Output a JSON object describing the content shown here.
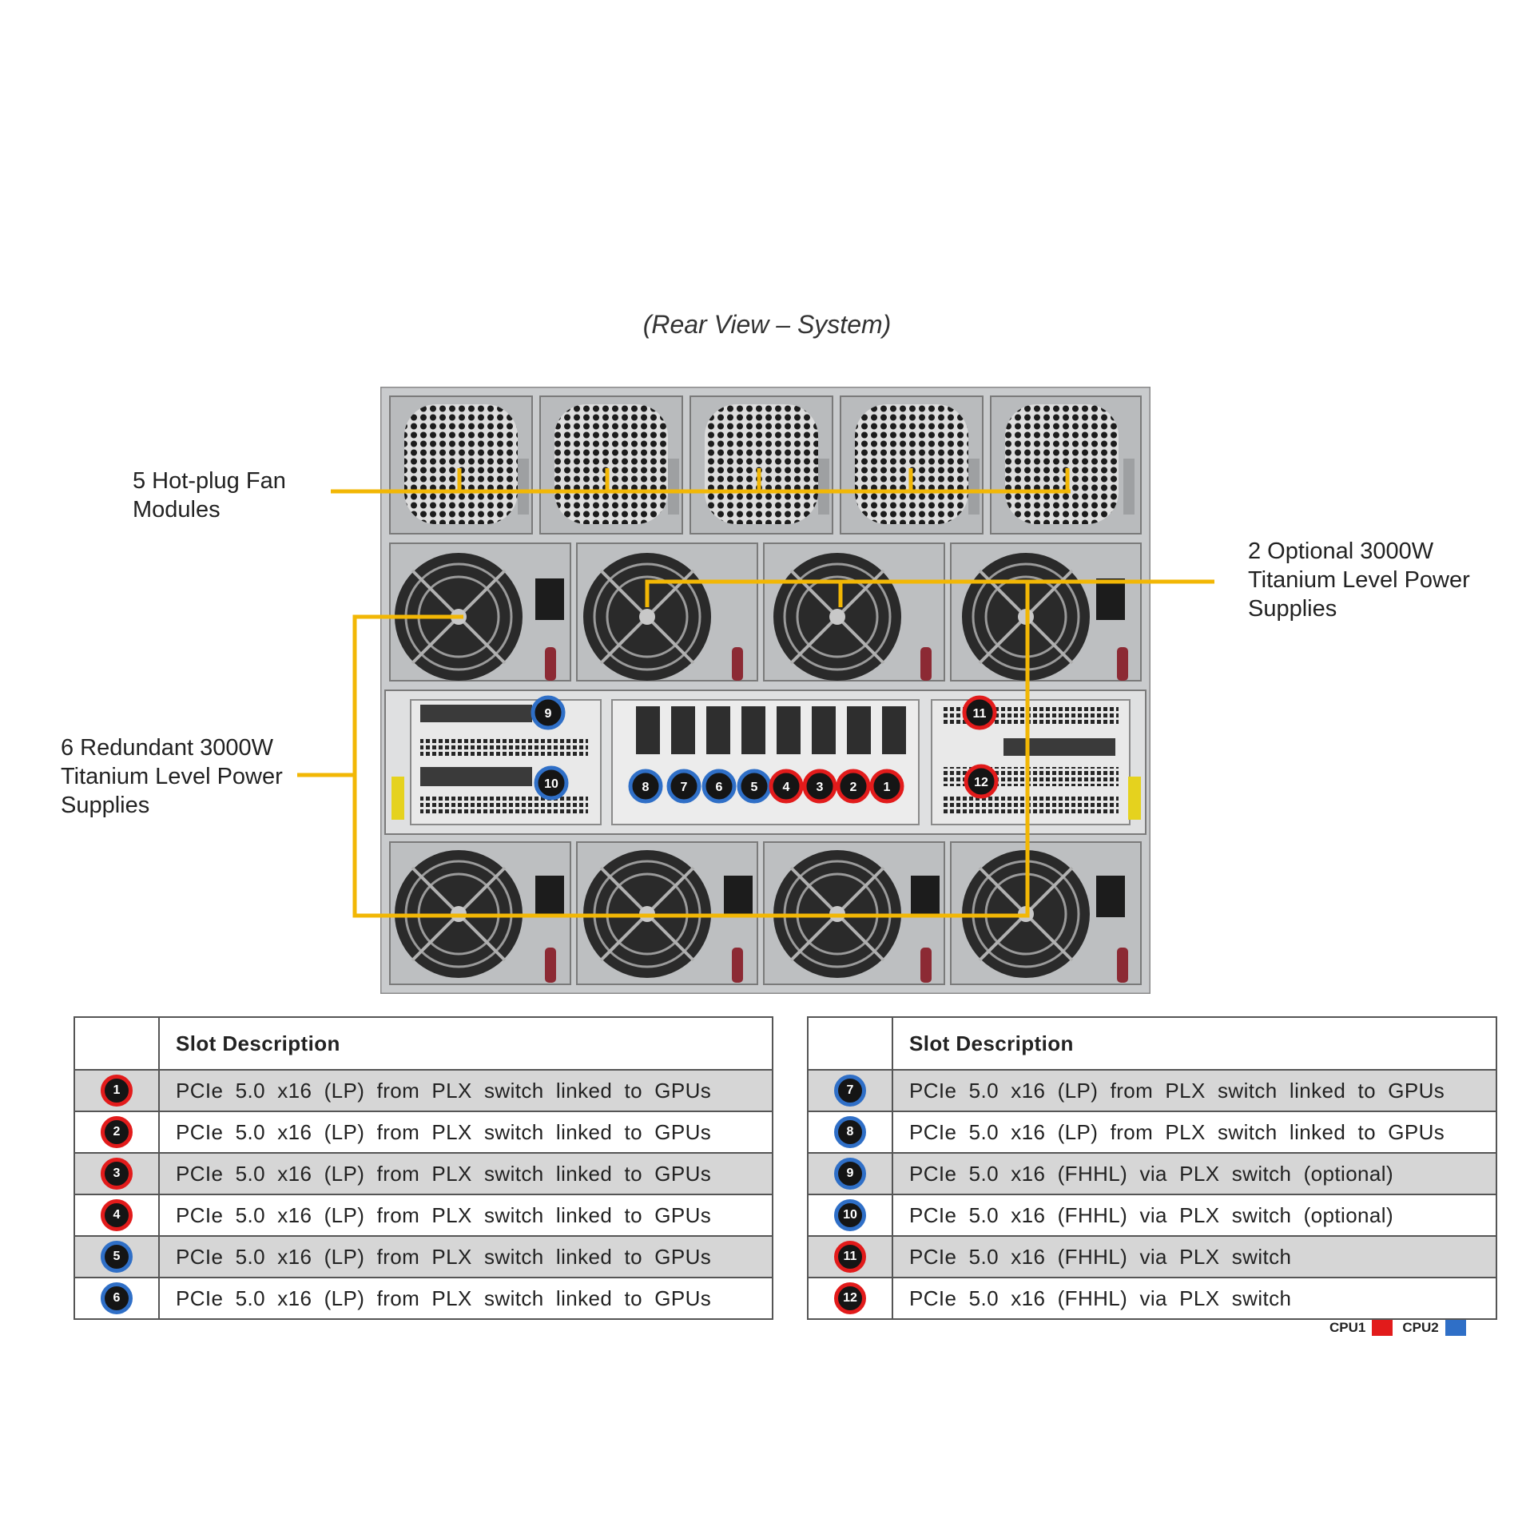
{
  "caption": "(Rear View – System)",
  "callouts": {
    "fans": [
      "5 Hot-plug Fan",
      "Modules"
    ],
    "optional_psu": [
      "2 Optional 3000W",
      "Titanium Level Power",
      "Supplies"
    ],
    "redundant_psu": [
      "6 Redundant 3000W",
      "Titanium Level Power",
      "Supplies"
    ]
  },
  "slot_table_left": {
    "header": "Slot  Description",
    "rows": [
      {
        "slot": "1",
        "cpu": "cpu1",
        "desc": "PCIe  5.0  x16  (LP)  from  PLX  switch  linked  to  GPUs"
      },
      {
        "slot": "2",
        "cpu": "cpu1",
        "desc": "PCIe  5.0  x16  (LP)  from  PLX  switch  linked  to  GPUs"
      },
      {
        "slot": "3",
        "cpu": "cpu1",
        "desc": "PCIe  5.0  x16  (LP)  from  PLX  switch  linked  to  GPUs"
      },
      {
        "slot": "4",
        "cpu": "cpu1",
        "desc": "PCIe  5.0  x16  (LP)  from  PLX  switch  linked  to  GPUs"
      },
      {
        "slot": "5",
        "cpu": "cpu2",
        "desc": "PCIe  5.0  x16  (LP)  from  PLX  switch  linked  to  GPUs"
      },
      {
        "slot": "6",
        "cpu": "cpu2",
        "desc": "PCIe  5.0  x16  (LP)  from  PLX  switch  linked  to  GPUs"
      }
    ]
  },
  "slot_table_right": {
    "header": "Slot  Description",
    "rows": [
      {
        "slot": "7",
        "cpu": "cpu2",
        "desc": "PCIe  5.0  x16  (LP)  from  PLX  switch  linked  to  GPUs"
      },
      {
        "slot": "8",
        "cpu": "cpu2",
        "desc": "PCIe  5.0  x16  (LP)  from  PLX  switch  linked  to  GPUs"
      },
      {
        "slot": "9",
        "cpu": "cpu2",
        "desc": "PCIe  5.0  x16  (FHHL)  via  PLX  switch  (optional)"
      },
      {
        "slot": "10",
        "cpu": "cpu2",
        "desc": "PCIe  5.0  x16  (FHHL)  via  PLX  switch  (optional)"
      },
      {
        "slot": "11",
        "cpu": "cpu1",
        "desc": "PCIe  5.0  x16  (FHHL)  via  PLX  switch"
      },
      {
        "slot": "12",
        "cpu": "cpu1",
        "desc": "PCIe  5.0  x16  (FHHL)  via  PLX  switch"
      }
    ]
  },
  "chassis_badges": [
    {
      "label": "9",
      "cpu": "cpu2"
    },
    {
      "label": "10",
      "cpu": "cpu2"
    },
    {
      "label": "11",
      "cpu": "cpu1"
    },
    {
      "label": "12",
      "cpu": "cpu1"
    },
    {
      "label": "8",
      "cpu": "cpu2"
    },
    {
      "label": "7",
      "cpu": "cpu2"
    },
    {
      "label": "6",
      "cpu": "cpu2"
    },
    {
      "label": "5",
      "cpu": "cpu2"
    },
    {
      "label": "4",
      "cpu": "cpu1"
    },
    {
      "label": "3",
      "cpu": "cpu1"
    },
    {
      "label": "2",
      "cpu": "cpu1"
    },
    {
      "label": "1",
      "cpu": "cpu1"
    }
  ],
  "legend": {
    "cpu1_label": "CPU1",
    "cpu2_label": "CPU2"
  },
  "colors": {
    "cpu1": "#e21b1b",
    "cpu2": "#2f6fc7",
    "callout_line": "#f2b705",
    "chassis": "#c9cbcd",
    "chassis_dark": "#2a2a2a"
  }
}
